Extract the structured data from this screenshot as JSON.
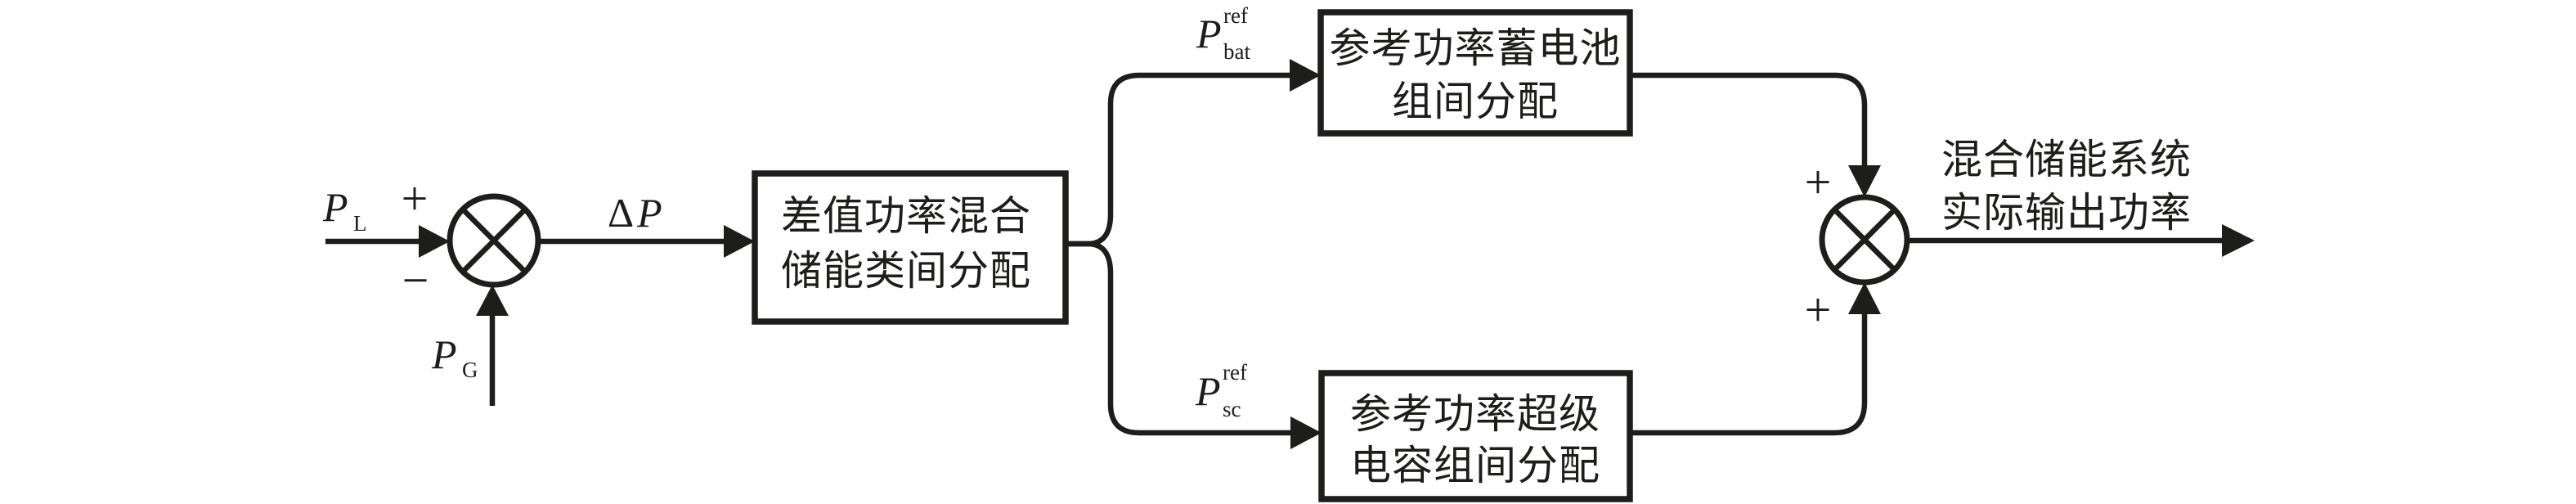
{
  "figure": {
    "background": "#ffffff",
    "line_color": "#1d1d1b",
    "signals": {
      "load_power": {
        "base": "P",
        "sub": "L"
      },
      "gen_power": {
        "base": "P",
        "sub": "G"
      },
      "delta_power": {
        "prefix": "Δ",
        "base": "P"
      },
      "battery_ref_power": {
        "base": "P",
        "sub": "bat",
        "sup": "ref"
      },
      "supercap_ref_power": {
        "base": "P",
        "sub": "sc",
        "sup": "ref"
      }
    },
    "signs": {
      "sum1_plus": "+",
      "sum1_minus": "−",
      "sum2_top_plus": "+",
      "sum2_bottom_plus": "+"
    },
    "blocks": {
      "class_allocation": {
        "line1": "差值功率混合",
        "line2": "储能类间分配"
      },
      "battery_allocation": {
        "line1": "参考功率蓄电池",
        "line2": "组间分配"
      },
      "supercap_allocation": {
        "line1": "参考功率超级",
        "line2": "电容组间分配"
      }
    },
    "output_label": {
      "line1": "混合储能系统",
      "line2": "实际输出功率"
    }
  }
}
